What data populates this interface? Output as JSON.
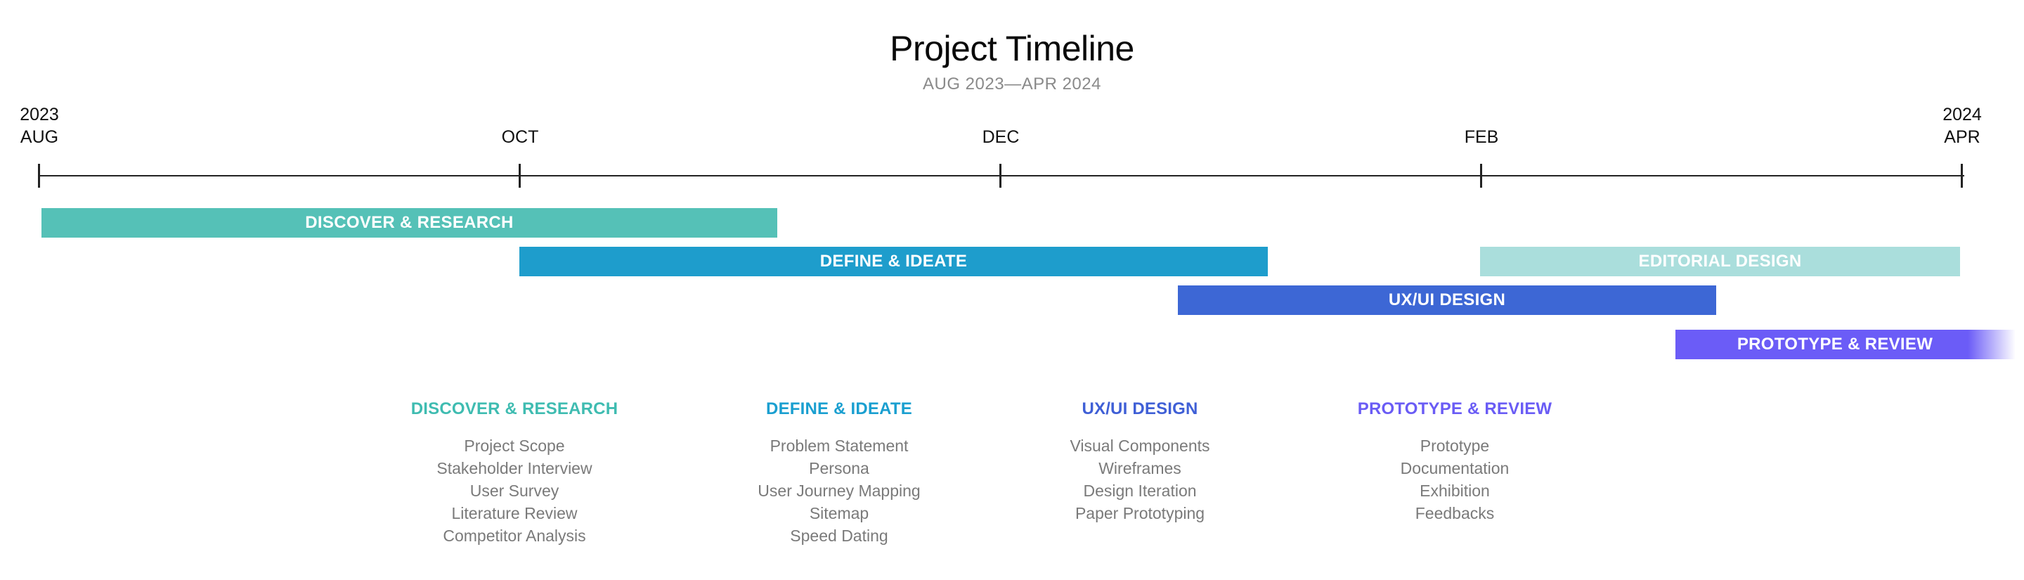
{
  "header": {
    "title": "Project Timeline",
    "subtitle": "AUG 2023—APR 2024"
  },
  "axis": {
    "ticks": [
      {
        "year": "2023",
        "month": "AUG"
      },
      {
        "year": "",
        "month": "OCT"
      },
      {
        "year": "",
        "month": "DEC"
      },
      {
        "year": "",
        "month": "FEB"
      },
      {
        "year": "2024",
        "month": "APR"
      }
    ]
  },
  "bars": [
    {
      "label": "DISCOVER & RESEARCH",
      "color": "#55c1b7"
    },
    {
      "label": "DEFINE & IDEATE",
      "color": "#1e9dcc"
    },
    {
      "label": "EDITORIAL DESIGN",
      "color": "#aadedc"
    },
    {
      "label": "UX/UI DESIGN",
      "color": "#3d67d5"
    },
    {
      "label": "PROTOTYPE & REVIEW",
      "color": "#6b5cf7"
    }
  ],
  "phases": [
    {
      "title": "DISCOVER & RESEARCH",
      "color": "#3fbcb1",
      "items": [
        "Project Scope",
        "Stakeholder Interview",
        "User Survey",
        "Literature Review",
        "Competitor Analysis"
      ]
    },
    {
      "title": "DEFINE & IDEATE",
      "color": "#1a9fd0",
      "items": [
        "Problem Statement",
        "Persona",
        "User Journey Mapping",
        "Sitemap",
        "Speed Dating"
      ]
    },
    {
      "title": "UX/UI DESIGN",
      "color": "#3f5fd6",
      "items": [
        "Visual Components",
        "Wireframes",
        "Design Iteration",
        "Paper Prototyping"
      ]
    },
    {
      "title": "PROTOTYPE & REVIEW",
      "color": "#6a5cf5",
      "items": [
        "Prototype",
        "Documentation",
        "Exhibition",
        "Feedbacks"
      ]
    }
  ]
}
